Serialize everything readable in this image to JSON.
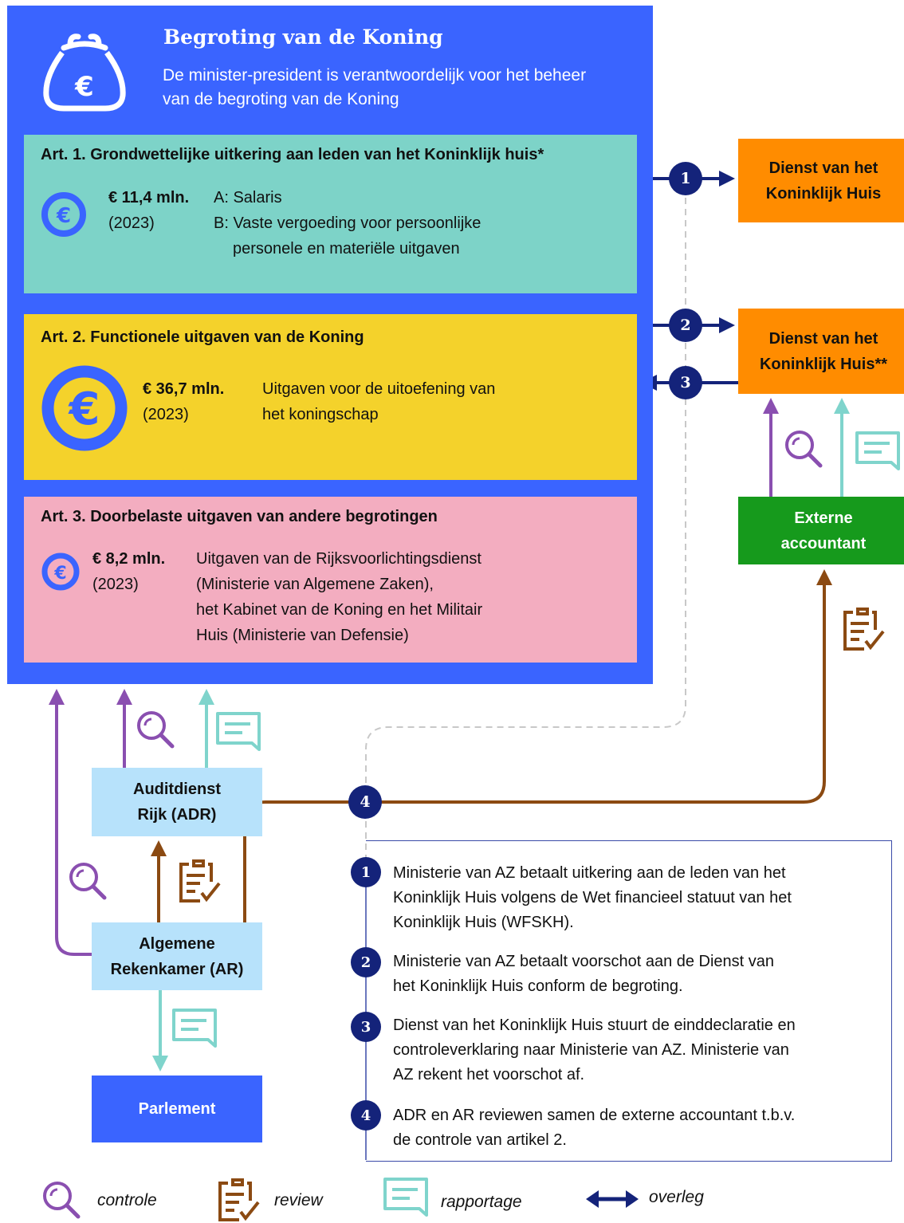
{
  "header": {
    "title": "Begroting van de Koning",
    "subtitle": "De minister-president is verantwoordelijk voor het beheer van de begroting van de Koning"
  },
  "articles": [
    {
      "title": "Art. 1. Grondwettelijke uitkering aan leden van het Koninklijk huis*",
      "amount": "€ 11,4 mln.",
      "year": "(2023)",
      "lines": [
        "A: Salaris",
        "B: Vaste vergoeding voor persoonlijke",
        "personele en materiële uitgaven"
      ]
    },
    {
      "title": "Art. 2. Functionele uitgaven van de Koning",
      "amount": "€ 36,7 mln.",
      "year": "(2023)",
      "lines": [
        "Uitgaven voor de uitoefening van",
        "het koningschap"
      ]
    },
    {
      "title": "Art. 3. Doorbelaste uitgaven van andere begrotingen",
      "amount": "€ 8,2 mln.",
      "year": "(2023)",
      "lines": [
        "Uitgaven van de Rijksvoorlichtingsdienst",
        "(Ministerie van Algemene Zaken),",
        "het Kabinet van de Koning en het Militair",
        "Huis (Ministerie van Defensie)"
      ]
    }
  ],
  "entities": {
    "dkh1": [
      "Dienst van het",
      "Koninklijk Huis"
    ],
    "dkh2": [
      "Dienst van het",
      "Koninklijk Huis**"
    ],
    "externe": [
      "Externe",
      "accountant"
    ],
    "adr": [
      "Auditdienst",
      "Rijk (ADR)"
    ],
    "ar": [
      "Algemene",
      "Rekenkamer (AR)"
    ],
    "parlement": "Parlement"
  },
  "steps": [
    "1",
    "2",
    "3",
    "4"
  ],
  "notes": [
    {
      "num": "1",
      "lines": [
        "Ministerie van AZ betaalt uitkering aan de leden van het",
        "Koninklijk Huis volgens de Wet financieel statuut van het",
        "Koninklijk Huis (WFSKH)."
      ]
    },
    {
      "num": "2",
      "lines": [
        "Ministerie van AZ betaalt voorschot aan de Dienst van",
        "het Koninklijk Huis conform de begroting."
      ]
    },
    {
      "num": "3",
      "lines": [
        "Dienst van het Koninklijk Huis stuurt de einddeclaratie en",
        "controleverklaring naar Ministerie van AZ. Ministerie van",
        "AZ rekent het voorschot af."
      ]
    },
    {
      "num": "4",
      "lines": [
        "ADR en AR reviewen samen de externe accountant t.b.v.",
        "de controle van artikel 2."
      ]
    }
  ],
  "legend": {
    "controle": "controle",
    "review": "review",
    "rapportage": "rapportage",
    "overleg": "overleg"
  },
  "colors": {
    "main_blue": "#3a64ff",
    "teal": "#7dd3c8",
    "yellow": "#f4d22b",
    "pink": "#f3adc0",
    "orange": "#ff8c00",
    "green": "#169a1c",
    "light_blue": "#b7e2fb",
    "navy": "#14237a",
    "purple": "#8a4fb0",
    "brown": "#8b4a12",
    "teal_arrow": "#7fd4cc"
  }
}
